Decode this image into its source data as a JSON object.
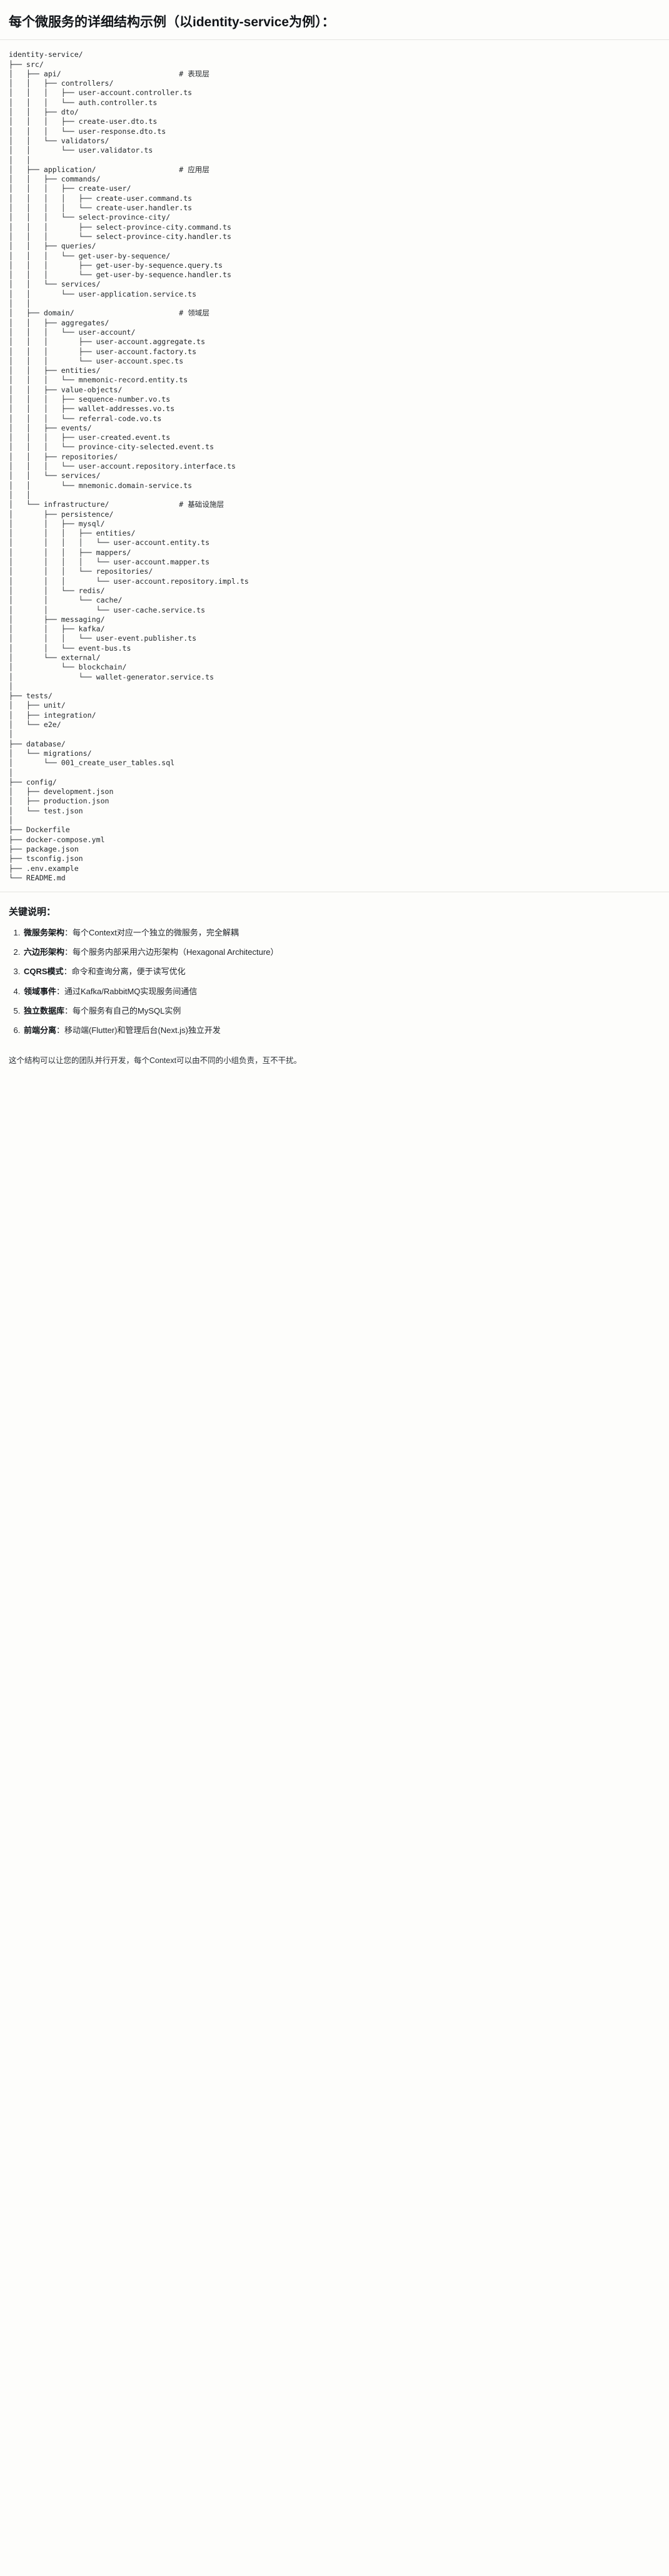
{
  "title": "每个微服务的详细结构示例（以identity-service为例）：",
  "tree": {
    "lines": [
      "identity-service/",
      "├── src/",
      "│   ├── api/                           # 表现层",
      "│   │   ├── controllers/",
      "│   │   │   ├── user-account.controller.ts",
      "│   │   │   └── auth.controller.ts",
      "│   │   ├── dto/",
      "│   │   │   ├── create-user.dto.ts",
      "│   │   │   └── user-response.dto.ts",
      "│   │   └── validators/",
      "│   │       └── user.validator.ts",
      "│   │",
      "│   ├── application/                   # 应用层",
      "│   │   ├── commands/",
      "│   │   │   ├── create-user/",
      "│   │   │   │   ├── create-user.command.ts",
      "│   │   │   │   └── create-user.handler.ts",
      "│   │   │   └── select-province-city/",
      "│   │   │       ├── select-province-city.command.ts",
      "│   │   │       └── select-province-city.handler.ts",
      "│   │   ├── queries/",
      "│   │   │   └── get-user-by-sequence/",
      "│   │   │       ├── get-user-by-sequence.query.ts",
      "│   │   │       └── get-user-by-sequence.handler.ts",
      "│   │   └── services/",
      "│   │       └── user-application.service.ts",
      "│   │",
      "│   ├── domain/                        # 领域层",
      "│   │   ├── aggregates/",
      "│   │   │   └── user-account/",
      "│   │   │       ├── user-account.aggregate.ts",
      "│   │   │       ├── user-account.factory.ts",
      "│   │   │       └── user-account.spec.ts",
      "│   │   ├── entities/",
      "│   │   │   └── mnemonic-record.entity.ts",
      "│   │   ├── value-objects/",
      "│   │   │   ├── sequence-number.vo.ts",
      "│   │   │   ├── wallet-addresses.vo.ts",
      "│   │   │   └── referral-code.vo.ts",
      "│   │   ├── events/",
      "│   │   │   ├── user-created.event.ts",
      "│   │   │   └── province-city-selected.event.ts",
      "│   │   ├── repositories/",
      "│   │   │   └── user-account.repository.interface.ts",
      "│   │   └── services/",
      "│   │       └── mnemonic.domain-service.ts",
      "│   │",
      "│   └── infrastructure/                # 基础设施层",
      "│       ├── persistence/",
      "│       │   ├── mysql/",
      "│       │   │   ├── entities/",
      "│       │   │   │   └── user-account.entity.ts",
      "│       │   │   ├── mappers/",
      "│       │   │   │   └── user-account.mapper.ts",
      "│       │   │   └── repositories/",
      "│       │   │       └── user-account.repository.impl.ts",
      "│       │   └── redis/",
      "│       │       └── cache/",
      "│       │           └── user-cache.service.ts",
      "│       ├── messaging/",
      "│       │   ├── kafka/",
      "│       │   │   └── user-event.publisher.ts",
      "│       │   └── event-bus.ts",
      "│       └── external/",
      "│           └── blockchain/",
      "│               └── wallet-generator.service.ts",
      "│",
      "├── tests/",
      "│   ├── unit/",
      "│   ├── integration/",
      "│   └── e2e/",
      "│",
      "├── database/",
      "│   └── migrations/",
      "│       └── 001_create_user_tables.sql",
      "│",
      "├── config/",
      "│   ├── development.json",
      "│   ├── production.json",
      "│   └── test.json",
      "│",
      "├── Dockerfile",
      "├── docker-compose.yml",
      "├── package.json",
      "├── tsconfig.json",
      "├── .env.example",
      "└── README.md"
    ]
  },
  "notes": {
    "heading": "关键说明：",
    "items": [
      {
        "term": "微服务架构",
        "desc": "：每个Context对应一个独立的微服务，完全解耦"
      },
      {
        "term": "六边形架构",
        "desc": "：每个服务内部采用六边形架构（Hexagonal Architecture）"
      },
      {
        "term": "CQRS模式",
        "desc": "：命令和查询分离，便于读写优化"
      },
      {
        "term": "领域事件",
        "desc": "：通过Kafka/RabbitMQ实现服务间通信"
      },
      {
        "term": "独立数据库",
        "desc": "：每个服务有自己的MySQL实例"
      },
      {
        "term": "前端分离",
        "desc": "：移动端(Flutter)和管理后台(Next.js)独立开发"
      }
    ],
    "footer": "这个结构可以让您的团队并行开发，每个Context可以由不同的小组负责，互不干扰。"
  }
}
